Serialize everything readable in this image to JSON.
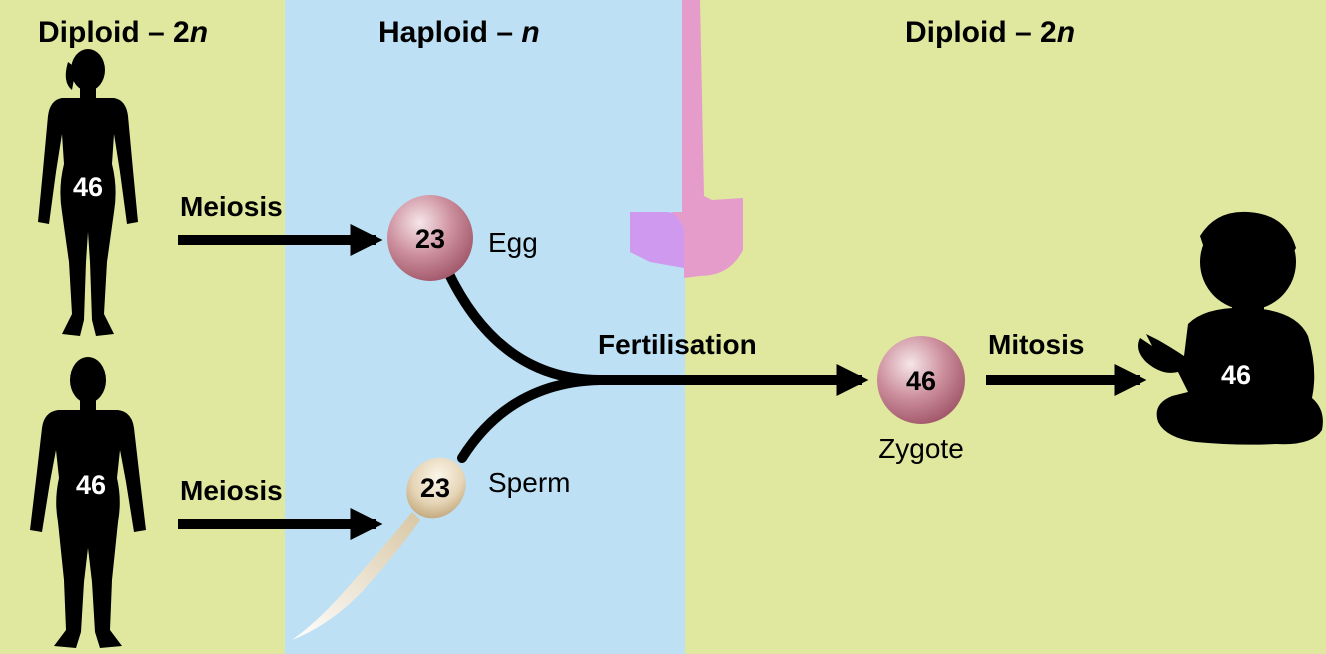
{
  "zones": {
    "left": {
      "label": "Diploid – ",
      "suffix": "2",
      "italic": "n"
    },
    "middle": {
      "label": "Haploid – ",
      "italic": "n"
    },
    "right": {
      "label": "Diploid – ",
      "suffix": "2",
      "italic": "n"
    }
  },
  "colors": {
    "diploid_bg": "#dfe89e",
    "haploid_bg": "#bde0f5",
    "cell": "#b06a7c",
    "sperm": "#c9b38e",
    "marker_pink": "#e59ccb",
    "marker_purple": "#cf99f0"
  },
  "parents": {
    "female": {
      "chromosomes": "46",
      "icon": "female-silhouette-icon"
    },
    "male": {
      "chromosomes": "46",
      "icon": "male-silhouette-icon"
    }
  },
  "processes": {
    "meiosis_top": "Meiosis",
    "meiosis_bottom": "Meiosis",
    "fertilisation": "Fertilisation",
    "mitosis": "Mitosis"
  },
  "cells": {
    "egg": {
      "chromosomes": "23",
      "label": "Egg"
    },
    "sperm": {
      "chromosomes": "23",
      "label": "Sperm"
    },
    "zygote": {
      "chromosomes": "46",
      "label": "Zygote"
    }
  },
  "offspring": {
    "chromosomes": "46",
    "icon": "baby-silhouette-icon"
  }
}
